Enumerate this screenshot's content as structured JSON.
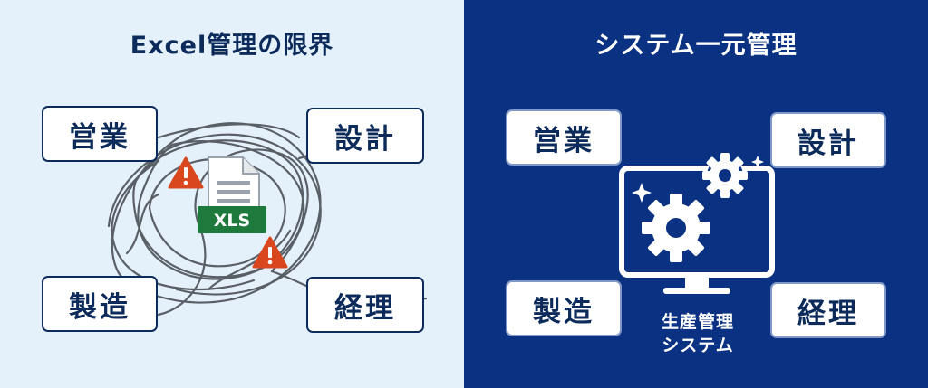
{
  "left_panel": {
    "title": "Excel管理の限界",
    "boxes": {
      "sales": "営業",
      "design": "設計",
      "manufacturing": "製造",
      "accounting": "経理"
    },
    "file_badge": "XLS"
  },
  "right_panel": {
    "title": "システム一元管理",
    "boxes": {
      "sales": "営業",
      "design": "設計",
      "manufacturing": "製造",
      "accounting": "経理"
    },
    "caption": {
      "line1": "生産管理",
      "line2": "システム"
    }
  },
  "icons": [
    "tangled-lines-icon",
    "excel-file-icon",
    "warning-icon",
    "monitor-icon",
    "gear-icon",
    "sparkle-icon"
  ],
  "colors": {
    "left_bg": "#e4f1fb",
    "right_bg": "#0b3282",
    "navy_text": "#0c2b5a",
    "excel_green": "#1e7a3c",
    "warning_red": "#d9471f"
  }
}
